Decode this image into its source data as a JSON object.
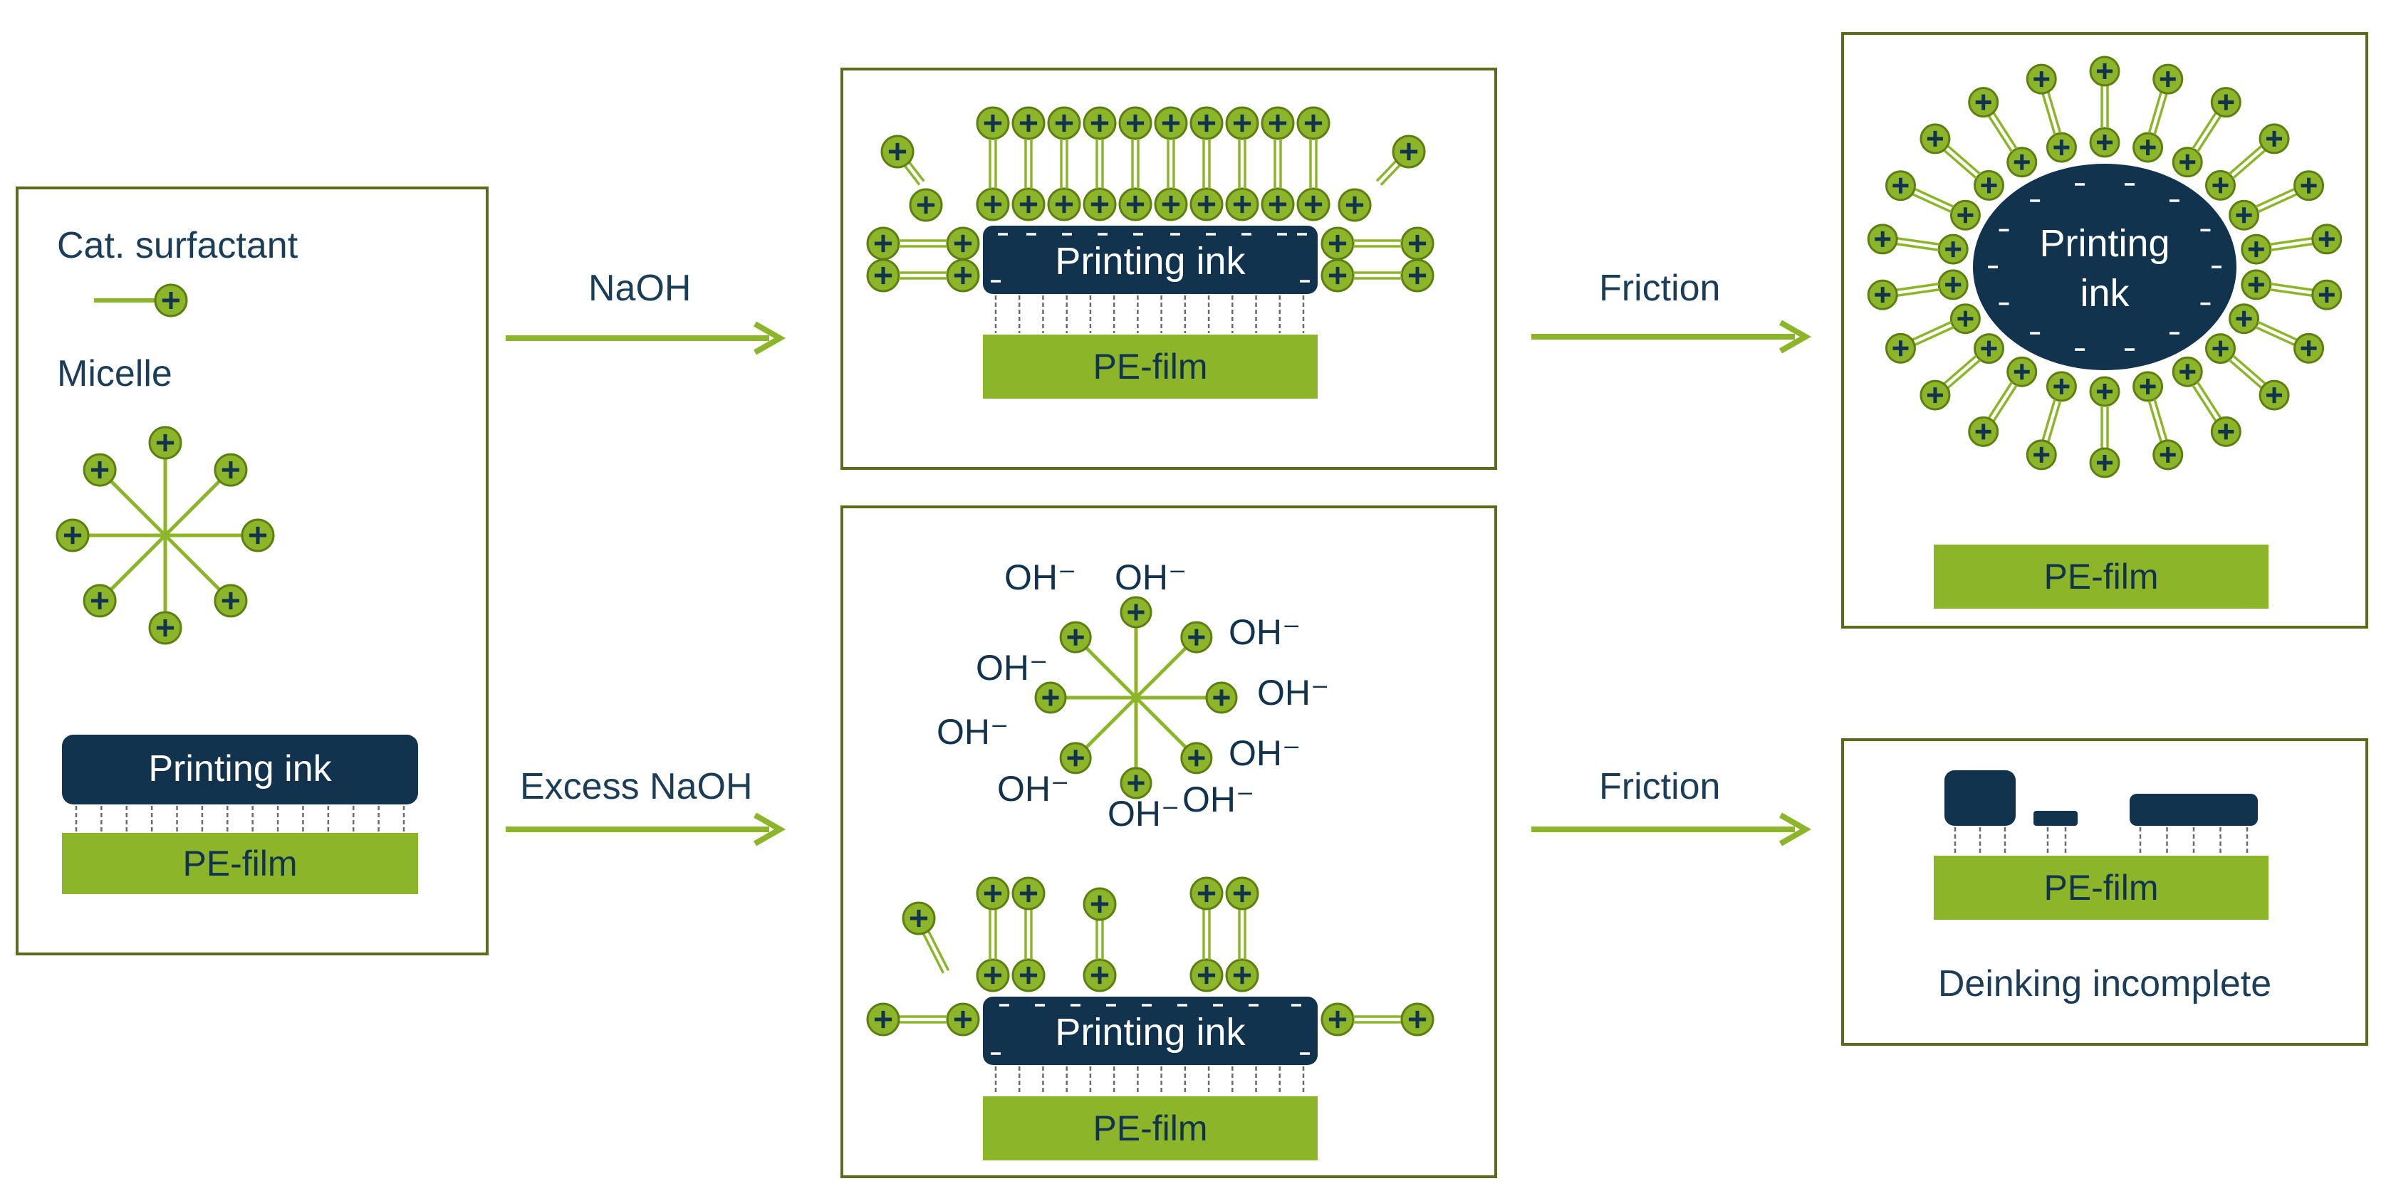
{
  "legend": {
    "surfactant_label": "Cat. surfactant",
    "micelle_label": "Micelle",
    "ink_label": "Printing ink",
    "film_label": "PE-film"
  },
  "steps": {
    "naoh_label": "NaOH",
    "excess_naoh_label": "Excess NaOH",
    "friction_top_label": "Friction",
    "friction_bottom_label": "Friction"
  },
  "panels": {
    "top_middle": {
      "ink_label": "Printing ink",
      "film_label": "PE-film"
    },
    "bottom_middle": {
      "ink_label": "Printing ink",
      "film_label": "PE-film",
      "ions": [
        "OH⁻",
        "OH⁻",
        "OH⁻",
        "OH⁻",
        "OH⁻",
        "OH⁻",
        "OH⁻",
        "OH⁻",
        "OH⁻",
        "OH⁻"
      ]
    },
    "top_right": {
      "ink_label": "Printing\nink",
      "ink_line1": "Printing",
      "ink_line2": "ink",
      "film_label": "PE-film"
    },
    "bottom_right": {
      "film_label": "PE-film",
      "result_label": "Deinking incomplete"
    }
  },
  "colors": {
    "green": "#8db52a",
    "green_dark": "#5d7f12",
    "navy": "#12334d",
    "panel_border": "#5a6b1e",
    "text": "#1b3d57"
  },
  "icons": {
    "surfactant": "plus-head-icon",
    "arrow": "right-arrow-icon"
  }
}
